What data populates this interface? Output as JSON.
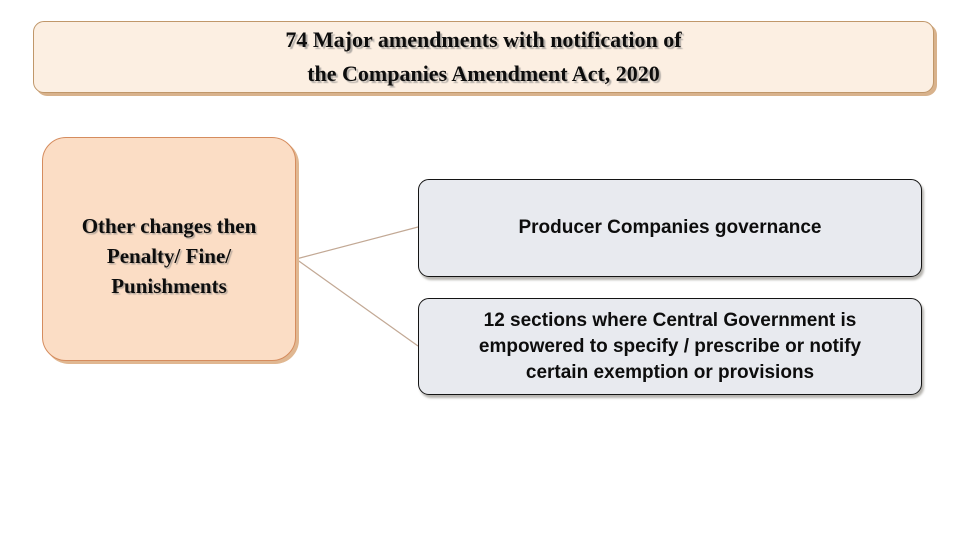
{
  "title": {
    "line1": "74 Major amendments with notification of",
    "line2": "the Companies Amendment Act, 2020"
  },
  "left_node": {
    "line1": "Other changes then",
    "line2": "Penalty/ Fine/",
    "line3": "Punishments"
  },
  "producer_node": {
    "label": "Producer Companies governance"
  },
  "sections_node": {
    "line1": "12 sections where Central Government is",
    "line2": "empowered to specify / prescribe or notify",
    "line3": "certain exemption or provisions"
  },
  "colors": {
    "background": "#ffffff",
    "title_fill": "#fcefe2",
    "title_border": "#c0976a",
    "left_node_fill": "#fbddc5",
    "left_node_border": "#d58c5e",
    "right_node_fill": "#e8eaef",
    "right_node_border": "#141414",
    "connector_line": "#c2a894",
    "text": "#0d0d0d"
  }
}
